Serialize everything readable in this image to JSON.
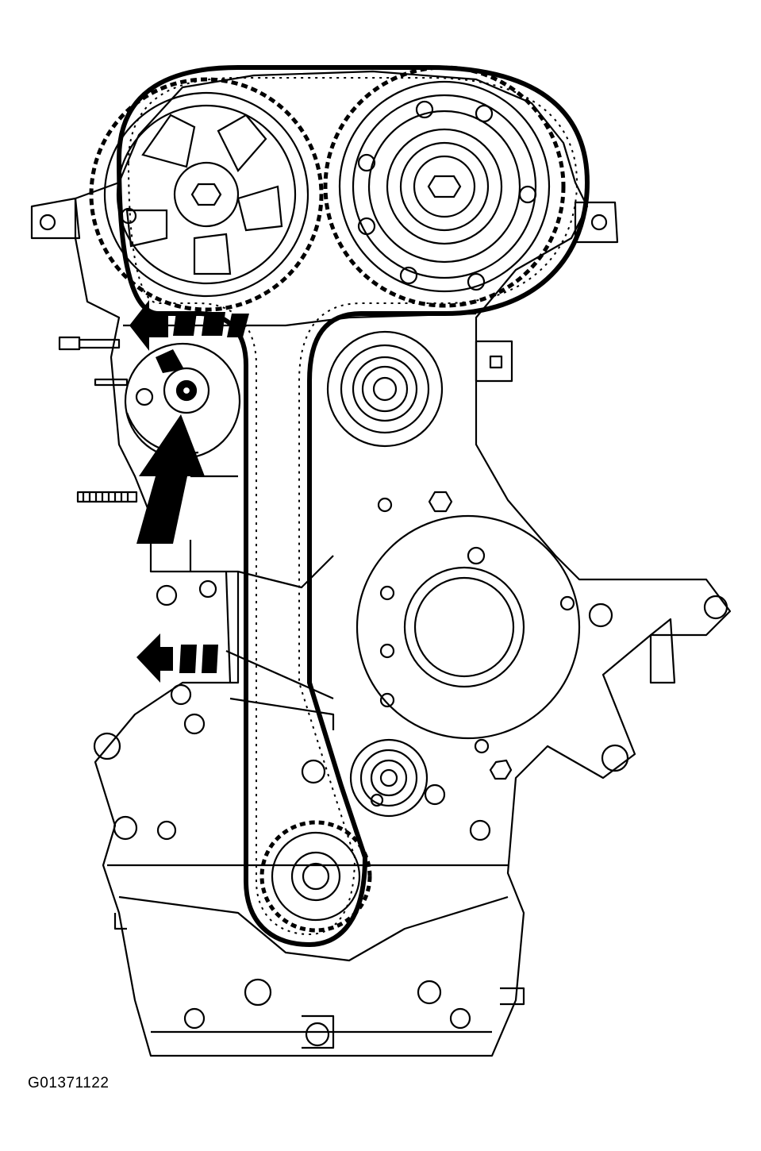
{
  "figure": {
    "id_label": "G01371122"
  },
  "colors": {
    "ink": "#000000",
    "paper": "#ffffff"
  },
  "components": {
    "left_cam_sprocket": "camshaft-sprocket",
    "right_cam_sprocket": "camshaft-sprocket-vct",
    "tensioner": "belt-tensioner",
    "idler_upper": "idler-pulley",
    "idler_lower": "idler-pulley",
    "crank_sprocket": "crankshaft-sprocket",
    "belt": "timing-belt",
    "arrows": [
      "tension-release-arrow",
      "pivot-arrow",
      "slide-arrow"
    ]
  }
}
